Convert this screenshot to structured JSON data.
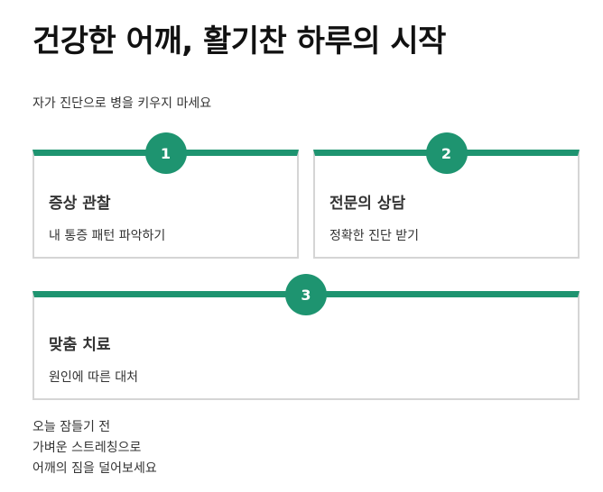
{
  "accent_color": "#1e9470",
  "title": "건강한 어깨, 활기찬 하루의 시작",
  "subtitle": "자가 진단으로 병을 키우지 마세요",
  "steps": [
    {
      "number": "1",
      "title": "증상 관찰",
      "description": "내 통증 패턴 파악하기"
    },
    {
      "number": "2",
      "title": "전문의 상담",
      "description": "정확한 진단 받기"
    },
    {
      "number": "3",
      "title": "맞춤 치료",
      "description": "원인에 따른 대처"
    }
  ],
  "closing_lines": [
    "오늘 잠들기 전",
    "가벼운 스트레칭으로",
    "어깨의 짐을 덜어보세요"
  ]
}
